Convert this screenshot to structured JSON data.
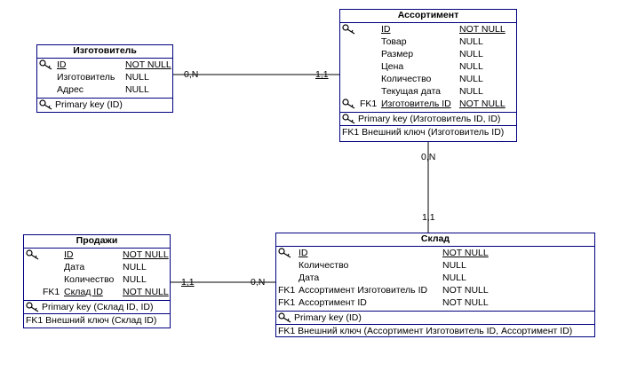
{
  "entities": {
    "manufacturer": {
      "title": "Изготовитель",
      "attrs": [
        {
          "fk": "",
          "name": "ID",
          "type": "NOT NULL"
        },
        {
          "fk": "",
          "name": "Изготовитель",
          "type": "NULL"
        },
        {
          "fk": "",
          "name": "Адрес",
          "type": "NULL"
        }
      ],
      "pk": "Primary key (ID)"
    },
    "assortment": {
      "title": "Ассортимент",
      "attrs": [
        {
          "fk": "",
          "name": "ID",
          "type": "NOT NULL"
        },
        {
          "fk": "",
          "name": "Товар",
          "type": "NULL"
        },
        {
          "fk": "",
          "name": "Размер",
          "type": "NULL"
        },
        {
          "fk": "",
          "name": "Цена",
          "type": "NULL"
        },
        {
          "fk": "",
          "name": "Количество",
          "type": "NULL"
        },
        {
          "fk": "",
          "name": "Текущая дата",
          "type": "NULL"
        },
        {
          "fk": "FK1",
          "name": "Изготовитель ID",
          "type": "NOT NULL"
        }
      ],
      "pk": "Primary key (Изготовитель ID, ID)",
      "fk_line": "FK1 Внешний ключ (Изготовитель ID)"
    },
    "sales": {
      "title": "Продажи",
      "attrs": [
        {
          "fk": "",
          "name": "ID",
          "type": "NOT NULL"
        },
        {
          "fk": "",
          "name": "Дата",
          "type": "NULL"
        },
        {
          "fk": "",
          "name": "Количество",
          "type": "NULL"
        },
        {
          "fk": "FK1",
          "name": "Склад ID",
          "type": "NOT NULL"
        }
      ],
      "pk": "Primary key (Склад ID, ID)",
      "fk_line": "FK1 Внешний ключ (Склад ID)"
    },
    "warehouse": {
      "title": "Склад",
      "attrs": [
        {
          "fk": "",
          "name": "ID",
          "type": "NOT NULL"
        },
        {
          "fk": "",
          "name": "Количество",
          "type": "NULL"
        },
        {
          "fk": "",
          "name": "Дата",
          "type": "NULL"
        },
        {
          "fk": "FK1",
          "name": "Ассортимент Изготовитель ID",
          "type": "NOT NULL"
        },
        {
          "fk": "FK1",
          "name": "Ассортимент ID",
          "type": "NOT NULL"
        }
      ],
      "pk": "Primary key (ID)",
      "fk_line": "FK1 Внешний ключ (Ассортимент Изготовитель ID, Ассортимент ID)"
    }
  },
  "relations": {
    "manufacturer_assortment": {
      "left": "0,N",
      "right": "1,1"
    },
    "assortment_warehouse": {
      "top": "0,N",
      "bottom": "1,1"
    },
    "sales_warehouse": {
      "left": "1,1",
      "right": "0,N"
    }
  },
  "icons": {
    "key": "key-icon"
  }
}
